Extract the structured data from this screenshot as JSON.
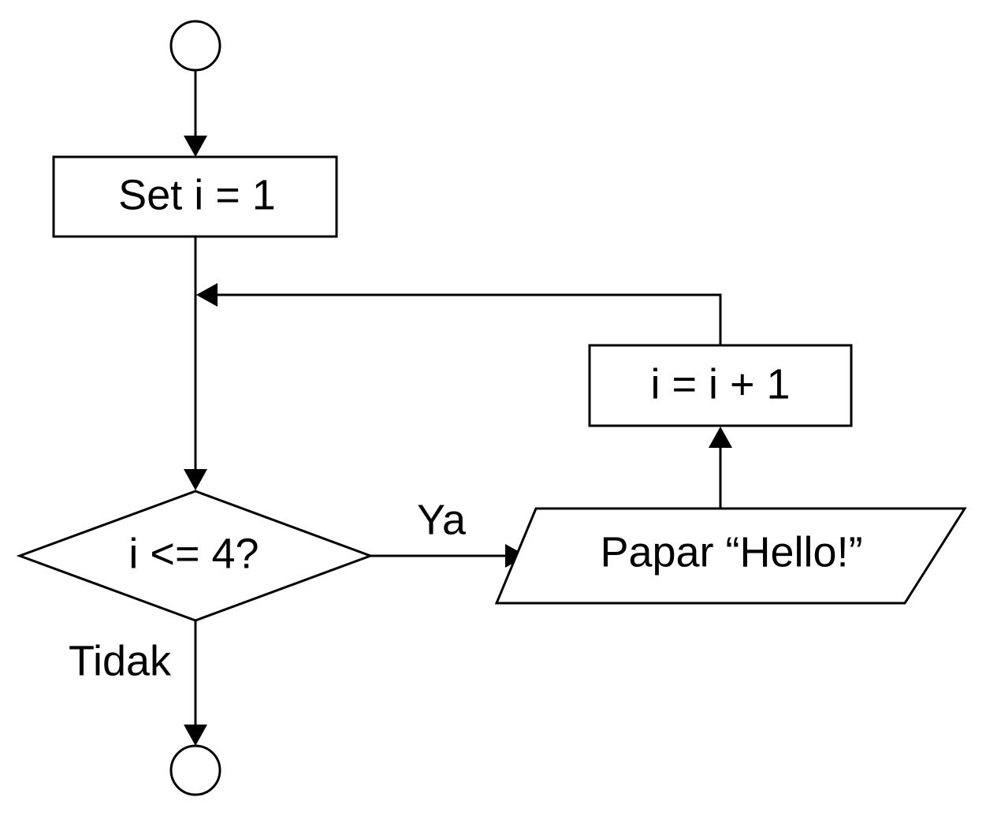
{
  "nodes": {
    "start": {
      "type": "terminator",
      "label": ""
    },
    "init": {
      "type": "process",
      "label": "Set i = 1"
    },
    "decision": {
      "type": "decision",
      "label": "i <= 4?"
    },
    "output": {
      "type": "input-output",
      "label": "Papar “Hello!”"
    },
    "increment": {
      "type": "process",
      "label": "i = i + 1"
    },
    "end": {
      "type": "terminator",
      "label": ""
    }
  },
  "edges": {
    "yes_label": "Ya",
    "no_label": "Tidak"
  },
  "colors": {
    "stroke": "#000000",
    "background": "#ffffff"
  }
}
